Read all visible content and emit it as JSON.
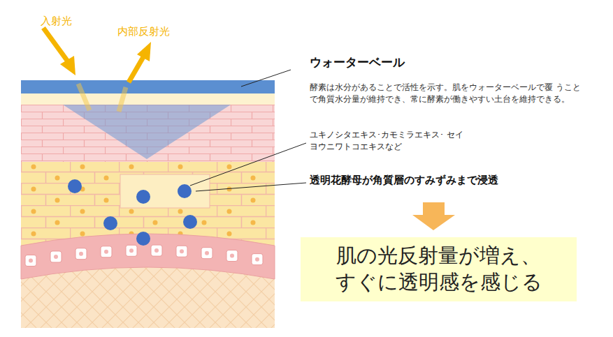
{
  "diagram": {
    "nodes": [
      {
        "text": [
          "肌の光反射量が増え、 すぐに透明感を感じる"
        ]
      }
    ],
    "labels": [
      "入射光",
      "内部反射光",
      "ウォーターベール",
      "酵素は水分があることで活性を示す。肌をウォーターベールで覆 うことで角質水分量が維持でき、常に酵素が働きやすい土台を維持できる。",
      "ユキノシタエキス･カモミラエキス･ セイヨウニワトコエキスなど",
      "透明花酵母が角質層のすみずみまで浸透"
    ]
  }
}
